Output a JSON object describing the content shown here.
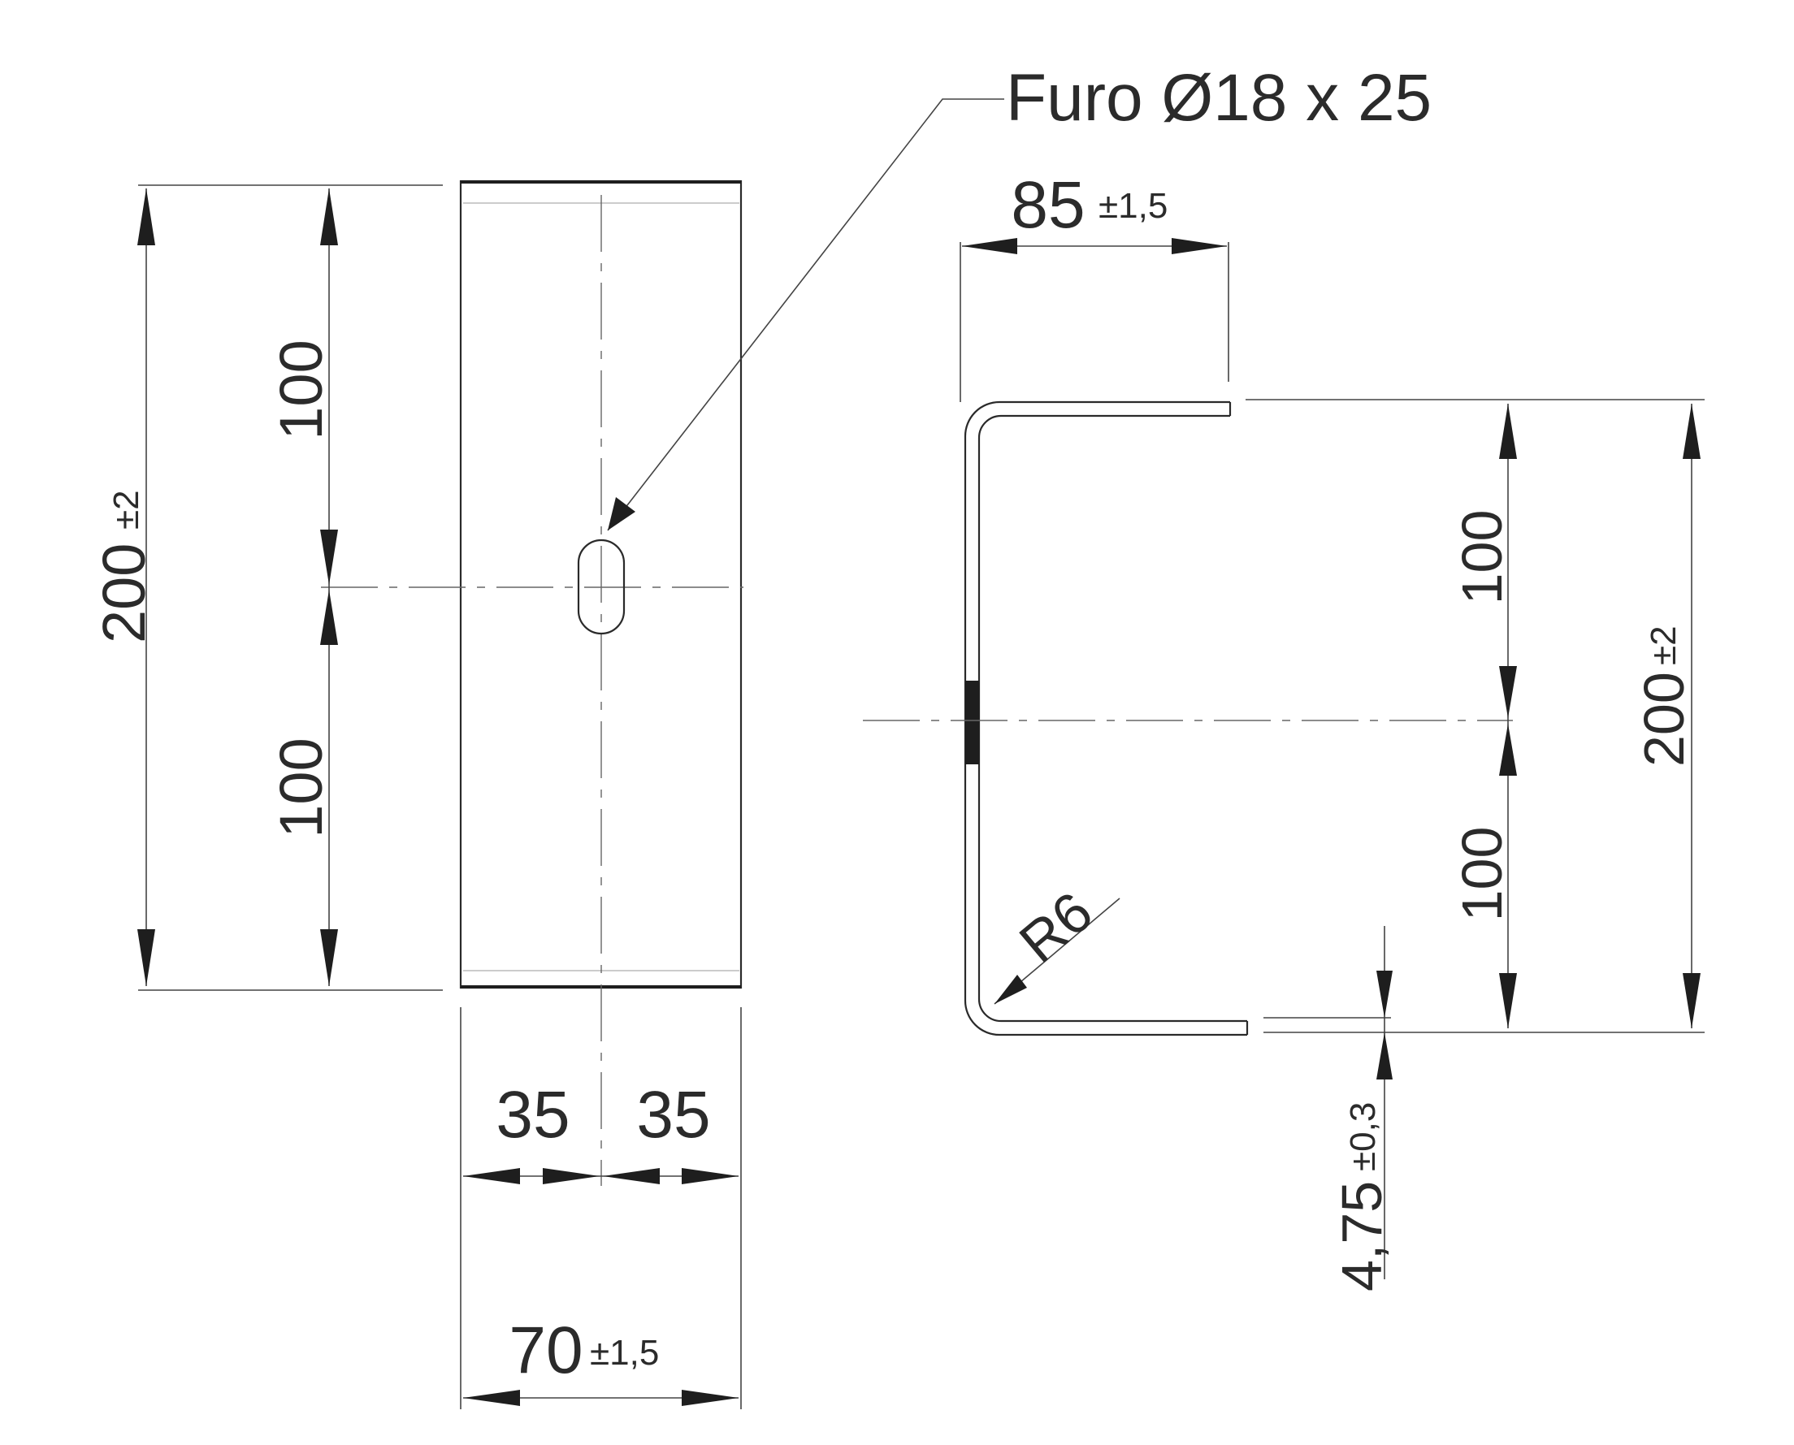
{
  "callout": {
    "hole_label": "Furo Ø18 x 25"
  },
  "front_view": {
    "overall_height": "200",
    "overall_height_tol": "±2",
    "upper_height": "100",
    "lower_height": "100",
    "left_width": "35",
    "right_width": "35",
    "overall_width": "70",
    "overall_width_tol": "±1,5"
  },
  "side_view": {
    "flange_length": "85",
    "flange_length_tol": "±1,5",
    "upper_height": "100",
    "lower_height": "100",
    "overall_height": "200",
    "overall_height_tol": "±2",
    "bend_radius": "R6",
    "thickness": "4,75",
    "thickness_tol": "±0,3"
  }
}
